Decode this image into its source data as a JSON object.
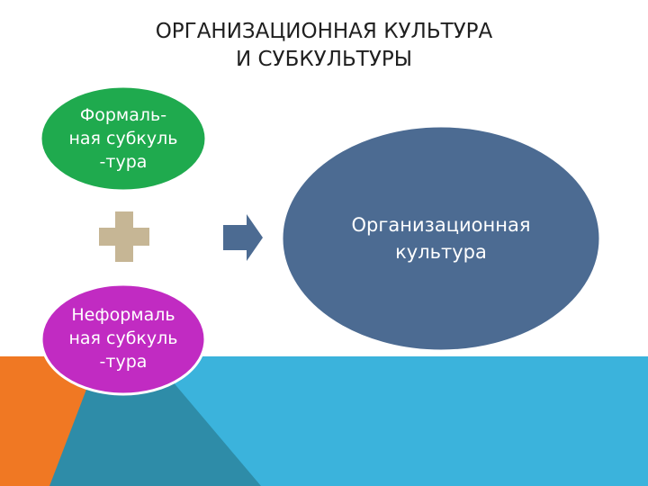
{
  "slide": {
    "title_line1": "ОРГАНИЗАЦИОННАЯ КУЛЬТУРА",
    "title_line2": "И СУБКУЛЬТУРЫ"
  },
  "nodes": {
    "formal": {
      "label": "Формаль-\nная субкуль\n-тура",
      "color": "#1faa4e"
    },
    "informal": {
      "label": "Неформаль\nная субкуль\n-тура",
      "color": "#c12bc2"
    },
    "organizational": {
      "label": "Организационная\nкультура",
      "color": "#4c6b92"
    }
  },
  "connectors": {
    "plus_icon": "plus-icon",
    "plus_color": "#c6b695",
    "arrow_icon": "right-arrow-icon",
    "arrow_color": "#4c6b92"
  },
  "background": {
    "orange": "#f07823",
    "light_blue": "#3bb3dc",
    "teal": "#2e8ca8"
  }
}
